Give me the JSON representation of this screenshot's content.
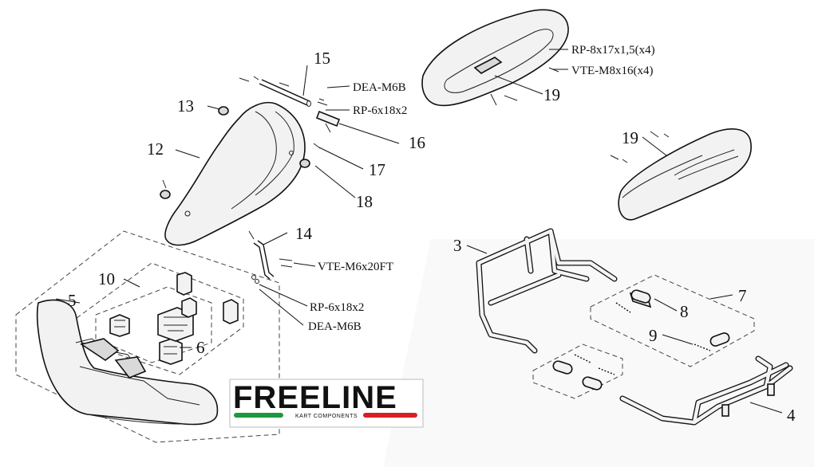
{
  "callouts": {
    "c15": "15",
    "c13": "13",
    "c12": "12",
    "c16": "16",
    "c17": "17",
    "c18": "18",
    "c14": "14",
    "c10": "10",
    "c5": "5",
    "c6": "6",
    "c19a": "19",
    "c19b": "19",
    "c3": "3",
    "c7": "7",
    "c8": "8",
    "c9": "9",
    "c4": "4"
  },
  "hardware": {
    "dea_top": "DEA-M6B",
    "rp_top": "RP-6x18x2",
    "vte_m6": "VTE-M6x20FT",
    "rp_mid": "RP-6x18x2",
    "dea_mid": "DEA-M6B",
    "rp_8": "RP-8x17x1,5(x4)",
    "vte_m8": "VTE-M8x16(x4)"
  },
  "logo": {
    "brand": "FREELINE",
    "subtitle": "KART COMPONENTS",
    "colors": {
      "green": "#1a9a3a",
      "red": "#d81f26"
    }
  }
}
